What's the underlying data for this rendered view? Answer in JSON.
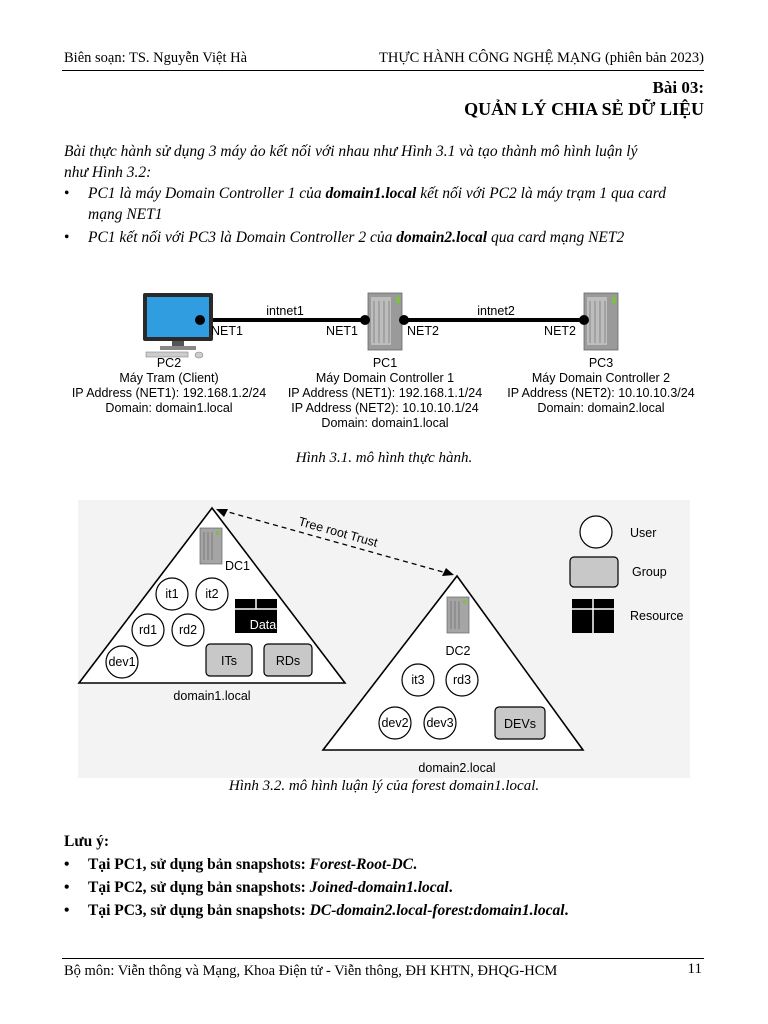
{
  "header": {
    "left": "Biên soạn: TS. Nguyễn Việt Hà",
    "right": "THỰC HÀNH CÔNG NGHỆ MẠNG (phiên bản 2023)"
  },
  "lesson": {
    "number": "Bài 03:",
    "title": "QUẢN LÝ CHIA SẺ DỮ LIỆU"
  },
  "intro": {
    "line1": "Bài thực hành sử dụng 3 máy ảo kết nối với nhau như Hình 3.1 và tạo thành mô hình luận lý",
    "line2": "như Hình 3.2:"
  },
  "bullets": {
    "b1_a": "PC1 là máy Domain Controller 1 của ",
    "b1_b": "domain1.local",
    "b1_c": " kết nối với PC2 là máy trạm 1 qua card",
    "b1_d": "mạng NET1",
    "b2_a": "PC1 kết nối với PC3 là Domain Controller 2 của ",
    "b2_b": "domain2.local",
    "b2_c": " qua card mạng NET2"
  },
  "figure1": {
    "links": {
      "intnet1": "intnet1",
      "intnet2": "intnet2"
    },
    "ports": {
      "pc2_net1": "NET1",
      "pc1_net1": "NET1",
      "pc1_net2": "NET2",
      "pc3_net2": "NET2"
    },
    "pc2": {
      "name": "PC2",
      "role": "Máy Tram (Client)",
      "ip": "IP Address (NET1): 192.168.1.2/24",
      "domain": "Domain: domain1.local"
    },
    "pc1": {
      "name": "PC1",
      "role": "Máy Domain Controller 1",
      "ip1": "IP Address (NET1): 192.168.1.1/24",
      "ip2": "IP Address (NET2): 10.10.10.1/24",
      "domain": "Domain: domain1.local"
    },
    "pc3": {
      "name": "PC3",
      "role": "Máy Domain Controller 2",
      "ip": "IP Address (NET2): 10.10.10.3/24",
      "domain": "Domain: domain2.local"
    },
    "caption": "Hình 3.1. mô hình thực hành."
  },
  "figure2": {
    "trust": "Tree root Trust",
    "dc1": "DC1",
    "dc2": "DC2",
    "users1": [
      "it1",
      "it2",
      "rd1",
      "rd2",
      "dev1"
    ],
    "groups1": [
      "ITs",
      "RDs"
    ],
    "resource1": "Data",
    "domain1": "domain1.local",
    "users2": [
      "it3",
      "rd3",
      "dev2",
      "dev3"
    ],
    "group2": "DEVs",
    "domain2": "domain2.local",
    "legend": {
      "user": "User",
      "group": "Group",
      "resource": "Resource"
    },
    "caption": "Hình 3.2. mô hình luận lý của forest domain1.local."
  },
  "notes": {
    "title": "Lưu ý:",
    "n1_a": "Tại PC1, sử dụng bản snapshots: ",
    "n1_b": "Forest-Root-DC",
    "n2_a": "Tại PC2, sử dụng bản snapshots: ",
    "n2_b": "Joined-domain1.local",
    "n3_a": "Tại PC3, sử dụng bản snapshots: ",
    "n3_b": "DC-domain2.local-forest:domain1.local",
    "period": "."
  },
  "footer": {
    "text": "Bộ môn: Viễn thông và Mạng, Khoa Điện tử - Viễn thông, ĐH KHTN, ĐHQG-HCM",
    "page": "11"
  }
}
